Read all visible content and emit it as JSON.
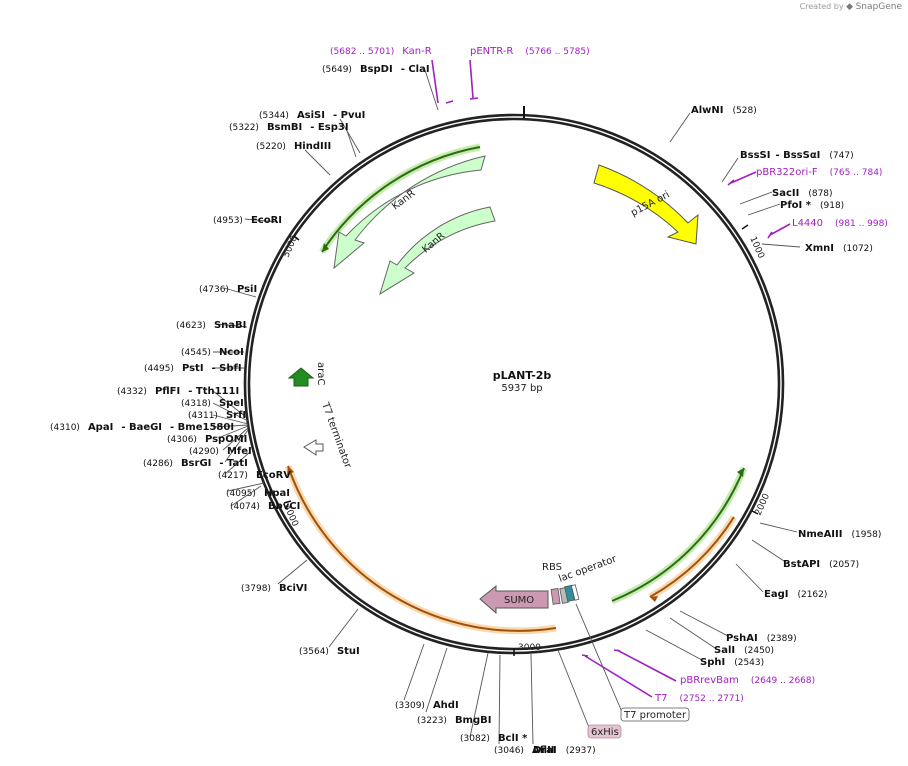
{
  "credit": {
    "created_by": "Created by",
    "brand": "SnapGene"
  },
  "plasmid": {
    "name": "pLANT-2b",
    "size_label": "5937 bp",
    "total_bp": 5937
  },
  "ruler": [
    {
      "label": "1000",
      "pos": 1000
    },
    {
      "label": "2000",
      "pos": 2000
    },
    {
      "label": "3000",
      "pos": 3000
    },
    {
      "label": "4000",
      "pos": 4000
    },
    {
      "label": "5000",
      "pos": 5000
    }
  ],
  "sites": [
    {
      "name": "AlwNI",
      "coord": "(528)",
      "pos": 528
    },
    {
      "name": "BssSI",
      "name2": "- BssSαI",
      "coord": "(747)",
      "pos": 747
    },
    {
      "name": "SacII",
      "coord": "(878)",
      "pos": 878
    },
    {
      "name": "PfoI *",
      "coord": "(918)",
      "pos": 918
    },
    {
      "name": "XmnI",
      "coord": "(1072)",
      "pos": 1072
    },
    {
      "name": "NmeAIII",
      "coord": "(1958)",
      "pos": 1958
    },
    {
      "name": "BstAPI",
      "coord": "(2057)",
      "pos": 2057
    },
    {
      "name": "EagI",
      "coord": "(2162)",
      "pos": 2162
    },
    {
      "name": "PshAI",
      "coord": "(2389)",
      "pos": 2389
    },
    {
      "name": "SalI",
      "coord": "(2450)",
      "pos": 2450
    },
    {
      "name": "SphI",
      "coord": "(2543)",
      "pos": 2543
    },
    {
      "name": "DraI",
      "coord": "(2937)",
      "pos": 2937
    },
    {
      "name": "AflII",
      "coord": "(3046)",
      "pos": 3046
    },
    {
      "name": "BclI *",
      "coord": "(3082)",
      "pos": 3082
    },
    {
      "name": "BmgBI",
      "coord": "(3223)",
      "pos": 3223
    },
    {
      "name": "AhdI",
      "coord": "(3309)",
      "pos": 3309
    },
    {
      "name": "StuI",
      "coord": "(3564)",
      "pos": 3564
    },
    {
      "name": "BciVI",
      "coord": "(3798)",
      "pos": 3798
    },
    {
      "name": "BbvCI",
      "coord": "(4074)",
      "pos": 4074
    },
    {
      "name": "HpaI",
      "coord": "(4095)",
      "pos": 4095
    },
    {
      "name": "EcoRV",
      "coord": "(4217)",
      "pos": 4217
    },
    {
      "name": "BsrGI",
      "name2": "- TatI",
      "coord": "(4286)",
      "pos": 4286
    },
    {
      "name": "MfeI",
      "coord": "(4290)",
      "pos": 4290
    },
    {
      "name": "PspOMI",
      "coord": "(4306)",
      "pos": 4306
    },
    {
      "name": "ApaI",
      "name2": "- BaeGI",
      "name3": "- Bme1580I",
      "coord": "(4310)",
      "pos": 4310
    },
    {
      "name": "SrfI",
      "coord": "(4311)",
      "pos": 4311
    },
    {
      "name": "SpeI",
      "coord": "(4318)",
      "pos": 4318
    },
    {
      "name": "PflFI",
      "name2": "- Tth111I",
      "coord": "(4332)",
      "pos": 4332
    },
    {
      "name": "PstI",
      "name2": "- SbfI",
      "coord": "(4495)",
      "pos": 4495
    },
    {
      "name": "NcoI",
      "coord": "(4545)",
      "pos": 4545
    },
    {
      "name": "SnaBI",
      "coord": "(4623)",
      "pos": 4623
    },
    {
      "name": "PsiI",
      "coord": "(4736)",
      "pos": 4736
    },
    {
      "name": "EcoRI",
      "coord": "(4953)",
      "pos": 4953
    },
    {
      "name": "HindIII",
      "coord": "(5220)",
      "pos": 5220
    },
    {
      "name": "BsmBI",
      "name2": "- Esp3I",
      "coord": "(5322)",
      "pos": 5322
    },
    {
      "name": "AsiSI",
      "name2": "- PvuI",
      "coord": "(5344)",
      "pos": 5344
    },
    {
      "name": "BspDI",
      "name2": "- ClaI",
      "coord": "(5649)",
      "pos": 5649
    }
  ],
  "primers": [
    {
      "name": "Kan-R",
      "coord": "(5682 .. 5701)",
      "pos": 5690
    },
    {
      "name": "pENTR-R",
      "coord": "(5766 .. 5785)",
      "pos": 5776
    },
    {
      "name": "pBR322ori-F",
      "coord": "(765 .. 784)",
      "pos": 775
    },
    {
      "name": "L4440",
      "coord": "(981 .. 998)",
      "pos": 990
    },
    {
      "name": "pBRrevBam",
      "coord": "(2649 .. 2668)",
      "pos": 2658
    },
    {
      "name": "T7",
      "coord": "(2752 .. 2771)",
      "pos": 2761
    }
  ],
  "features": [
    {
      "name": "p15A ori",
      "color": "#ffff00"
    },
    {
      "name": "KanR",
      "color": "#ccffcc"
    },
    {
      "name": "SUMO",
      "color": "#cc99b2"
    },
    {
      "name": "araC",
      "color": "#228b22"
    },
    {
      "name": "T7 terminator",
      "color": "#ffffff"
    },
    {
      "name": "RBS"
    },
    {
      "name": "lac operator"
    },
    {
      "name": "T7 promoter"
    },
    {
      "name": "6xHis",
      "color": "#e6c3d3"
    }
  ],
  "colors": {
    "primer": "#a020c0",
    "backbone": "#1a1a1a"
  }
}
